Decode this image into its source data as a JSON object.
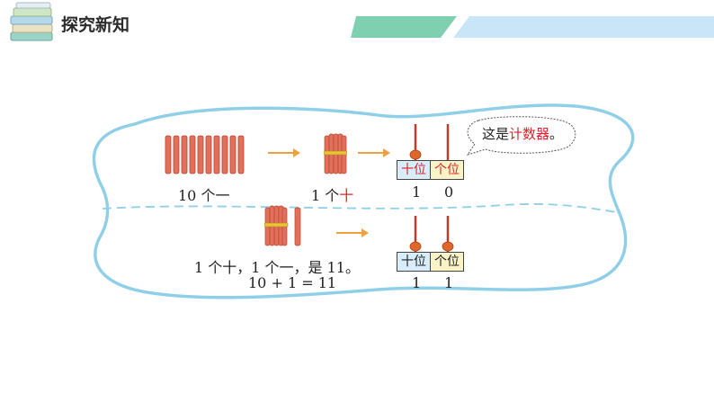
{
  "header": {
    "title": "探究新知",
    "books_icon": "stacked-books-icon",
    "accent_green": "#7fd0b0",
    "accent_blue": "#c8e6f8"
  },
  "row1": {
    "ones_caption_num": "10",
    "ones_caption_unit": "个一",
    "ten_caption_num": "1",
    "ten_caption_unit": "个",
    "ten_caption_word": "十",
    "abacus": {
      "tens_label": "十位",
      "ones_label": "个位",
      "tens_digit": "1",
      "ones_digit": "0"
    },
    "callout": {
      "prefix": "这是",
      "highlight": "计数器",
      "suffix": "。"
    }
  },
  "row2": {
    "sentence": "1 个十，1 个一，是 11。",
    "equation": "10 + 1 = 11",
    "abacus": {
      "tens_label": "十位",
      "ones_label": "个位",
      "tens_digit": "1",
      "ones_digit": "1"
    }
  },
  "colors": {
    "stick": "#e0705a",
    "stick_dark": "#c24a37",
    "arrow": "#f0a040",
    "bead": "#e0672a",
    "rod": "#c0392b",
    "frame": "#8fcfe8",
    "highlight_red": "#d8262b"
  }
}
